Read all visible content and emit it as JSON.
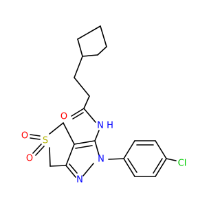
{
  "molecule": {
    "colors": {
      "carbon": "#000000",
      "O": "#ff0000",
      "N": "#0000ff",
      "S": "#b2b200",
      "Cl": "#00cc00"
    },
    "atoms": {
      "o_amide": "O",
      "n_amide": "N",
      "s_ring": "S",
      "o_sulfonyl_1": "O",
      "o_sulfonyl_2": "O",
      "n_pyrazole_2": "N",
      "n_pyrazole_1": "N",
      "cl": "Cl",
      "h_amide": "H"
    }
  }
}
